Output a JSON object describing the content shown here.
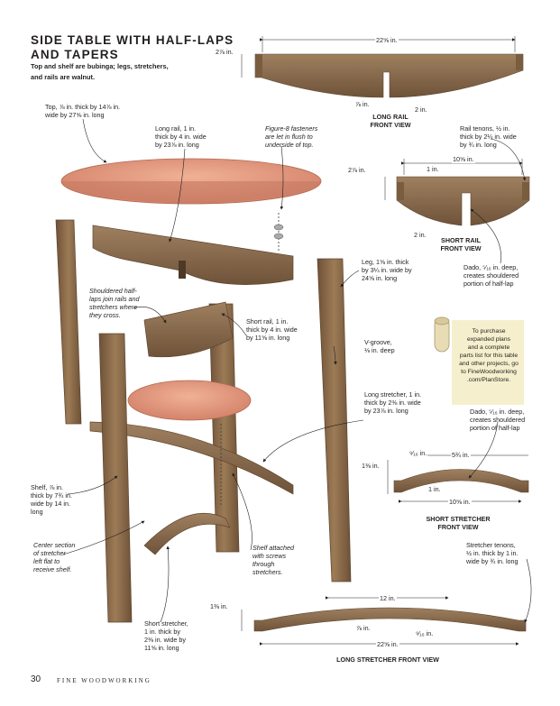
{
  "title_line1": "SIDE TABLE WITH HALF-LAPS",
  "title_line2": "AND TAPERS",
  "subtitle_line1": "Top and shelf are bubinga; legs, stretchers,",
  "subtitle_line2": "and rails are walnut.",
  "callouts": {
    "top": [
      "Top, ⅞ in. thick by 14⅞ in.",
      "wide by 27⅝ in. long"
    ],
    "long_rail": [
      "Long rail, 1 in.",
      "thick by 4 in. wide",
      "by 23⅞ in. long"
    ],
    "fasteners": [
      "Figure-8 fasteners",
      "are let in flush to",
      "underside of top."
    ],
    "half_laps": [
      "Shouldered half-",
      "laps join rails and",
      "stretchers where",
      "they cross."
    ],
    "short_rail": [
      "Short rail, 1 in.",
      "thick by 4 in. wide",
      "by 11⅝ in. long"
    ],
    "leg": [
      "Leg, 1⅝ in. thick",
      "by 3¼ in. wide by",
      "24⅝ in. long"
    ],
    "vgroove": [
      "V-groove,",
      "⅛ in. deep"
    ],
    "long_stretcher": [
      "Long stretcher, 1 in.",
      "thick by 2⅜ in. wide",
      "by 23⅞ in. long"
    ],
    "shelf": [
      "Shelf, ⅞ in.",
      "thick by 7¾ in.",
      "wide by 14 in.",
      "long"
    ],
    "center_section": [
      "Center section",
      "of stretcher",
      "left flat to",
      "receive shelf."
    ],
    "shelf_attached": [
      "Shelf attached",
      "with screws",
      "through",
      "stretchers."
    ],
    "short_stretcher": [
      "Short stretcher,",
      "1 in. thick by",
      "2⅜ in. wide by",
      "11⅝ in. long"
    ],
    "rail_tenons": [
      "Rail tenons, ½ in.",
      "thick by 2¼ in. wide",
      "by ¾ in. long"
    ],
    "dado_rail": [
      "Dado, ⁵⁄₁₆ in. deep,",
      "creates shouldered",
      "portion of half-lap"
    ],
    "dado_stretcher": [
      "Dado, ⁵⁄₁₆ in. deep,",
      "creates shouldered",
      "portion of half-lap"
    ],
    "stretcher_tenons": [
      "Stretcher tenons,",
      "½ in. thick by 1 in.",
      "wide by ¾ in. long"
    ]
  },
  "dimensions": {
    "long_rail_length": "22⅝ in.",
    "long_rail_height": "2⅞ in.",
    "long_rail_slot_width": "⅞ in.",
    "long_rail_slot_depth": "2 in.",
    "short_rail_length": "10⅝ in.",
    "short_rail_height": "2⅞ in.",
    "short_rail_slot": "1 in.",
    "short_rail_depth": "2 in.",
    "short_stretcher_gap": "⁹⁄₁₆ in.",
    "short_stretcher_span": "5¾ in.",
    "short_stretcher_height": "1⅜ in.",
    "short_stretcher_slot": "1 in.",
    "short_stretcher_length": "10⅝ in.",
    "long_stretcher_height": "1⅜ in.",
    "long_stretcher_span": "12 in.",
    "long_stretcher_slot": "⅞ in.",
    "long_stretcher_gap": "⁹⁄₁₆ in.",
    "long_stretcher_length": "22⅝ in."
  },
  "views": {
    "long_rail": [
      "LONG RAIL",
      "FRONT VIEW"
    ],
    "short_rail": [
      "SHORT RAIL",
      "FRONT VIEW"
    ],
    "short_stretcher": [
      "SHORT STRETCHER",
      "FRONT VIEW"
    ],
    "long_stretcher": "LONG STRETCHER FRONT VIEW"
  },
  "info_box": [
    "To purchase",
    "expanded plans",
    "and a complete",
    "parts list for this table",
    "and other projects, go",
    "to FineWoodworking",
    ".com/PlanStore."
  ],
  "page_number": "30",
  "magazine": "FINE WOODWORKING",
  "colors": {
    "walnut": "#8b6a47",
    "walnut_dark": "#5f4630",
    "bubinga": "#e0977d",
    "info_bg": "#f6efcd"
  }
}
